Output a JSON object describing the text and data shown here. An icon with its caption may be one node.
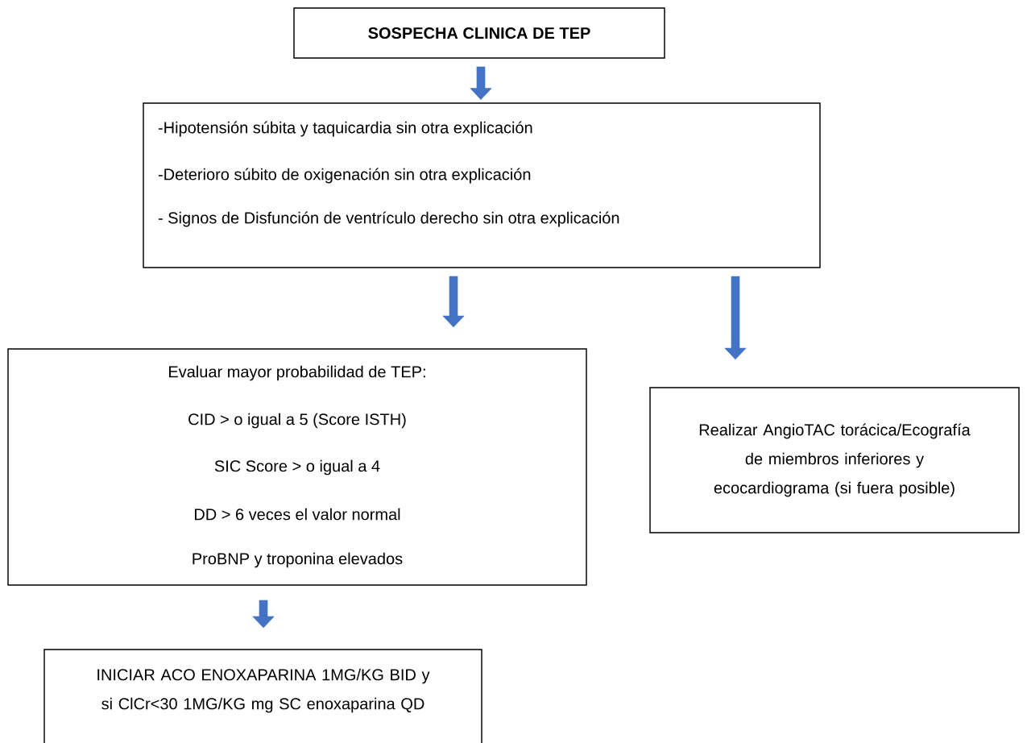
{
  "diagram": {
    "nodes": [
      {
        "text": [
          "SOSPECHA CLINICA DE TEP"
        ]
      },
      {
        "text": [
          "-Hipotensión súbita y taquicardia sin otra explicación",
          "-Deterioro súbito de oxigenación sin otra explicación",
          "- Signos de Disfunción de ventrículo derecho sin otra explicación"
        ]
      },
      {
        "text": [
          "Evaluar mayor probabilidad de TEP:",
          "CID > o igual a 5 (Score ISTH)",
          "SIC Score > o igual a 4",
          "DD > 6 veces el valor normal",
          "ProBNP y troponina elevados"
        ]
      },
      {
        "text": [
          "Realizar AngioTAC torácica/Ecografía de miembros inferiores y ecocardiograma (si fuera posible)"
        ]
      },
      {
        "text": [
          "INICIAR ACO ENOXAPARINA 1MG/KG BID y si ClCr<30 1MG/KG mg SC enoxaparina QD"
        ]
      }
    ],
    "edges": [
      {
        "from": 0,
        "to": 1,
        "arrow": "to"
      },
      {
        "from": 1,
        "to": 2,
        "arrow": "to"
      },
      {
        "from": 1,
        "to": 3,
        "arrow": "to"
      },
      {
        "from": 2,
        "to": 4,
        "arrow": "to"
      }
    ]
  }
}
